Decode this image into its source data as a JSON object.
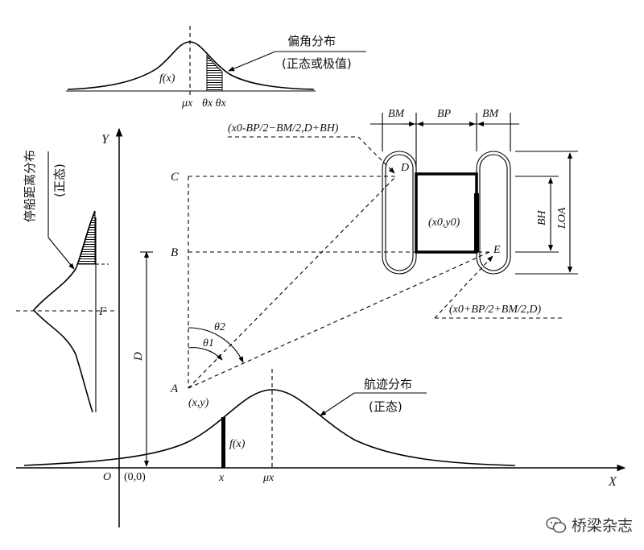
{
  "top_distribution": {
    "label_line1": "偏角分布",
    "label_line2": "(正态或极值)",
    "fx": "f(x)",
    "mu": "μx",
    "theta": "θx θx"
  },
  "stop_distribution": {
    "label_line1": "停船距离分布",
    "label_line2": "(正态)",
    "F": "F"
  },
  "track_distribution": {
    "label_line1": "航迹分布",
    "label_line2": "(正态)",
    "fx": "f(x)",
    "x": "x",
    "mu": "μx"
  },
  "axes": {
    "X": "X",
    "Y": "Y",
    "O": "O",
    "origin": "(0,0)"
  },
  "points": {
    "A": "A",
    "B": "B",
    "C": "C",
    "D_dim": "D",
    "xy": "(x,y)",
    "theta1": "θ1",
    "theta2": "θ2"
  },
  "pier": {
    "BM_left": "BM",
    "BP": "BP",
    "BM_right": "BM",
    "BH": "BH",
    "LOA": "LOA",
    "center": "(x0,y0)",
    "D_corner": "D",
    "E_corner": "E",
    "coord_top": "(x0-BP/2−BM/2,D+BH)",
    "coord_bottom": "(x0+BP/2+BM/2,D)"
  },
  "watermark": {
    "text": "桥梁杂志",
    "icon": "wechat-icon"
  }
}
